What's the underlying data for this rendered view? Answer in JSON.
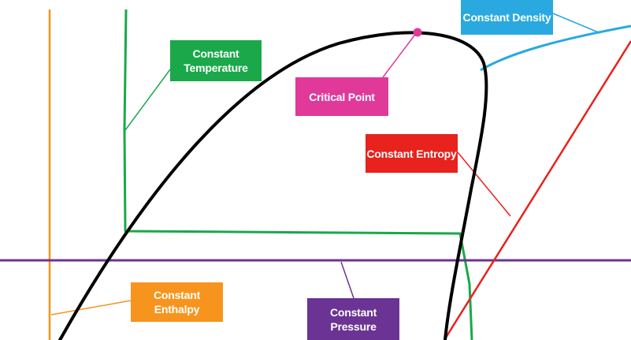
{
  "labels": {
    "constant_temperature": {
      "line1": "Constant",
      "line2": "Temperature"
    },
    "critical_point": {
      "text": "Critical Point"
    },
    "constant_density": {
      "text": "Constant Density"
    },
    "constant_entropy": {
      "text": "Constant Entropy"
    },
    "constant_enthalpy": {
      "line1": "Constant",
      "line2": "Enthalpy"
    },
    "constant_pressure": {
      "line1": "Constant",
      "line2": "Pressure"
    }
  },
  "colors": {
    "temperature": "#1aa84a",
    "enthalpy": "#f7941d",
    "pressure": "#6b3393",
    "entropy": "#e8221c",
    "density": "#29a9e0",
    "critical_point": "#e0399a",
    "dome": "#000000"
  }
}
